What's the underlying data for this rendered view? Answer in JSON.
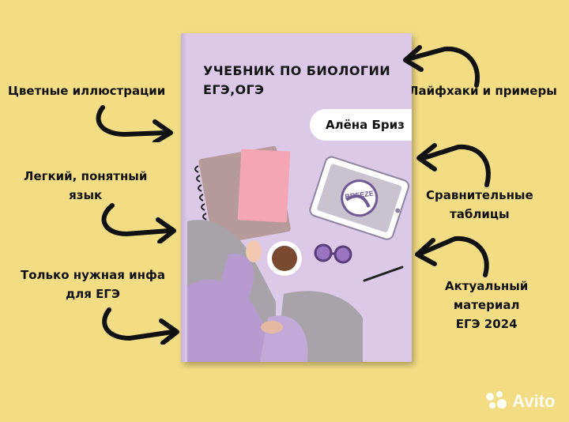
{
  "book": {
    "title_line1": "УЧЕБНИК ПО БИОЛОГИИ",
    "title_line2": "ЕГЭ,ОГЭ",
    "author": "Алёна Бриз",
    "tablet_brand": "BREEZE"
  },
  "features_left": [
    {
      "line1": "Цветные иллюстрации"
    },
    {
      "line1": "Легкий, понятный",
      "line2": "язык"
    },
    {
      "line1": "Только нужная инфа",
      "line2": "для ЕГЭ"
    }
  ],
  "features_right": [
    {
      "line1": "Лайфхаки и примеры"
    },
    {
      "line1": "Сравнительные",
      "line2": "таблицы"
    },
    {
      "line1": "Актуальный",
      "line2": "материал",
      "line3": "ЕГЭ 2024"
    }
  ],
  "watermark": "Avito",
  "colors": {
    "background": "#f2dc84",
    "cover": "#dcc9e8",
    "sweater": "#b79bd0",
    "notebook": "#f4a6b4"
  }
}
